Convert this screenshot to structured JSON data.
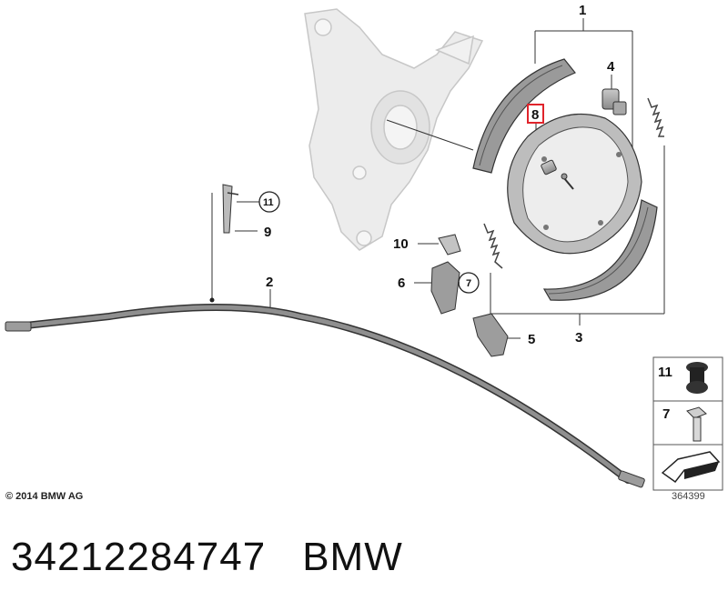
{
  "diagram": {
    "callouts": {
      "c1": "1",
      "c2": "2",
      "c3": "3",
      "c4": "4",
      "c5": "5",
      "c6": "6",
      "c7": "7",
      "c8": "8",
      "c9": "9",
      "c10": "10",
      "c11": "11"
    },
    "legend": {
      "item11": "11",
      "item7": "7"
    },
    "highlight_color": "#e0242b"
  },
  "copyright": "© 2014 BMW AG",
  "reference_number": "364399",
  "footer": {
    "part_number": "34212284747",
    "brand": "BMW"
  }
}
